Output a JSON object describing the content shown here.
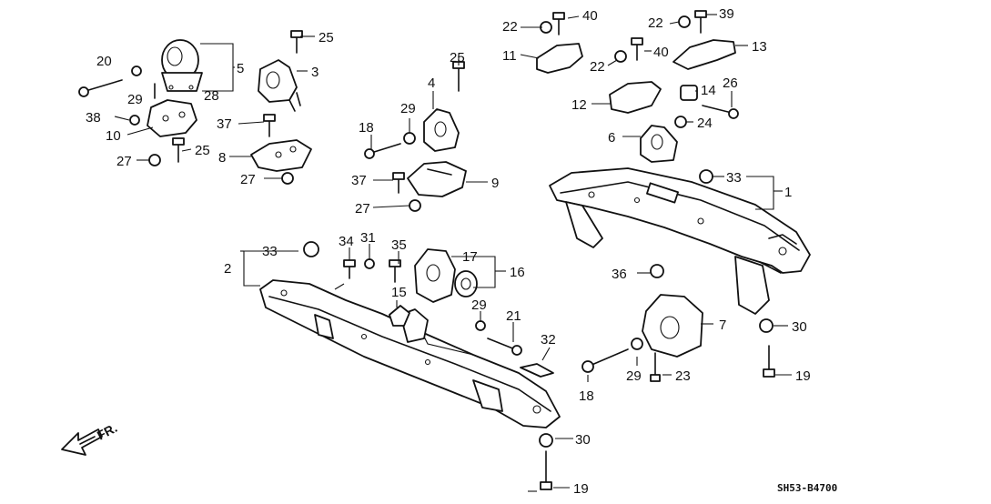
{
  "diagram": {
    "drawing_code": "SH53-B4700",
    "direction_label": "FR.",
    "callouts": {
      "c1": "1",
      "c2": "2",
      "c3": "3",
      "c4": "4",
      "c5": "5",
      "c6": "6",
      "c7": "7",
      "c8": "8",
      "c9": "9",
      "c10": "10",
      "c11": "11",
      "c12": "12",
      "c13": "13",
      "c14": "14",
      "c15": "15",
      "c16": "16",
      "c17": "17",
      "c18a": "18",
      "c18b": "18",
      "c19a": "19",
      "c19b": "19",
      "c20": "20",
      "c21": "21",
      "c22a": "22",
      "c22b": "22",
      "c22c": "22",
      "c23": "23",
      "c24": "24",
      "c25a": "25",
      "c25b": "25",
      "c25c": "25",
      "c26": "26",
      "c27a": "27",
      "c27b": "27",
      "c27c": "27",
      "c28": "28",
      "c29a": "29",
      "c29b": "29",
      "c29c": "29",
      "c29d": "29",
      "c30a": "30",
      "c30b": "30",
      "c31": "31",
      "c32": "32",
      "c33a": "33",
      "c33b": "33",
      "c34": "34",
      "c35": "35",
      "c36": "36",
      "c37a": "37",
      "c37b": "37",
      "c38": "38",
      "c39": "39",
      "c40a": "40",
      "c40b": "40"
    }
  }
}
